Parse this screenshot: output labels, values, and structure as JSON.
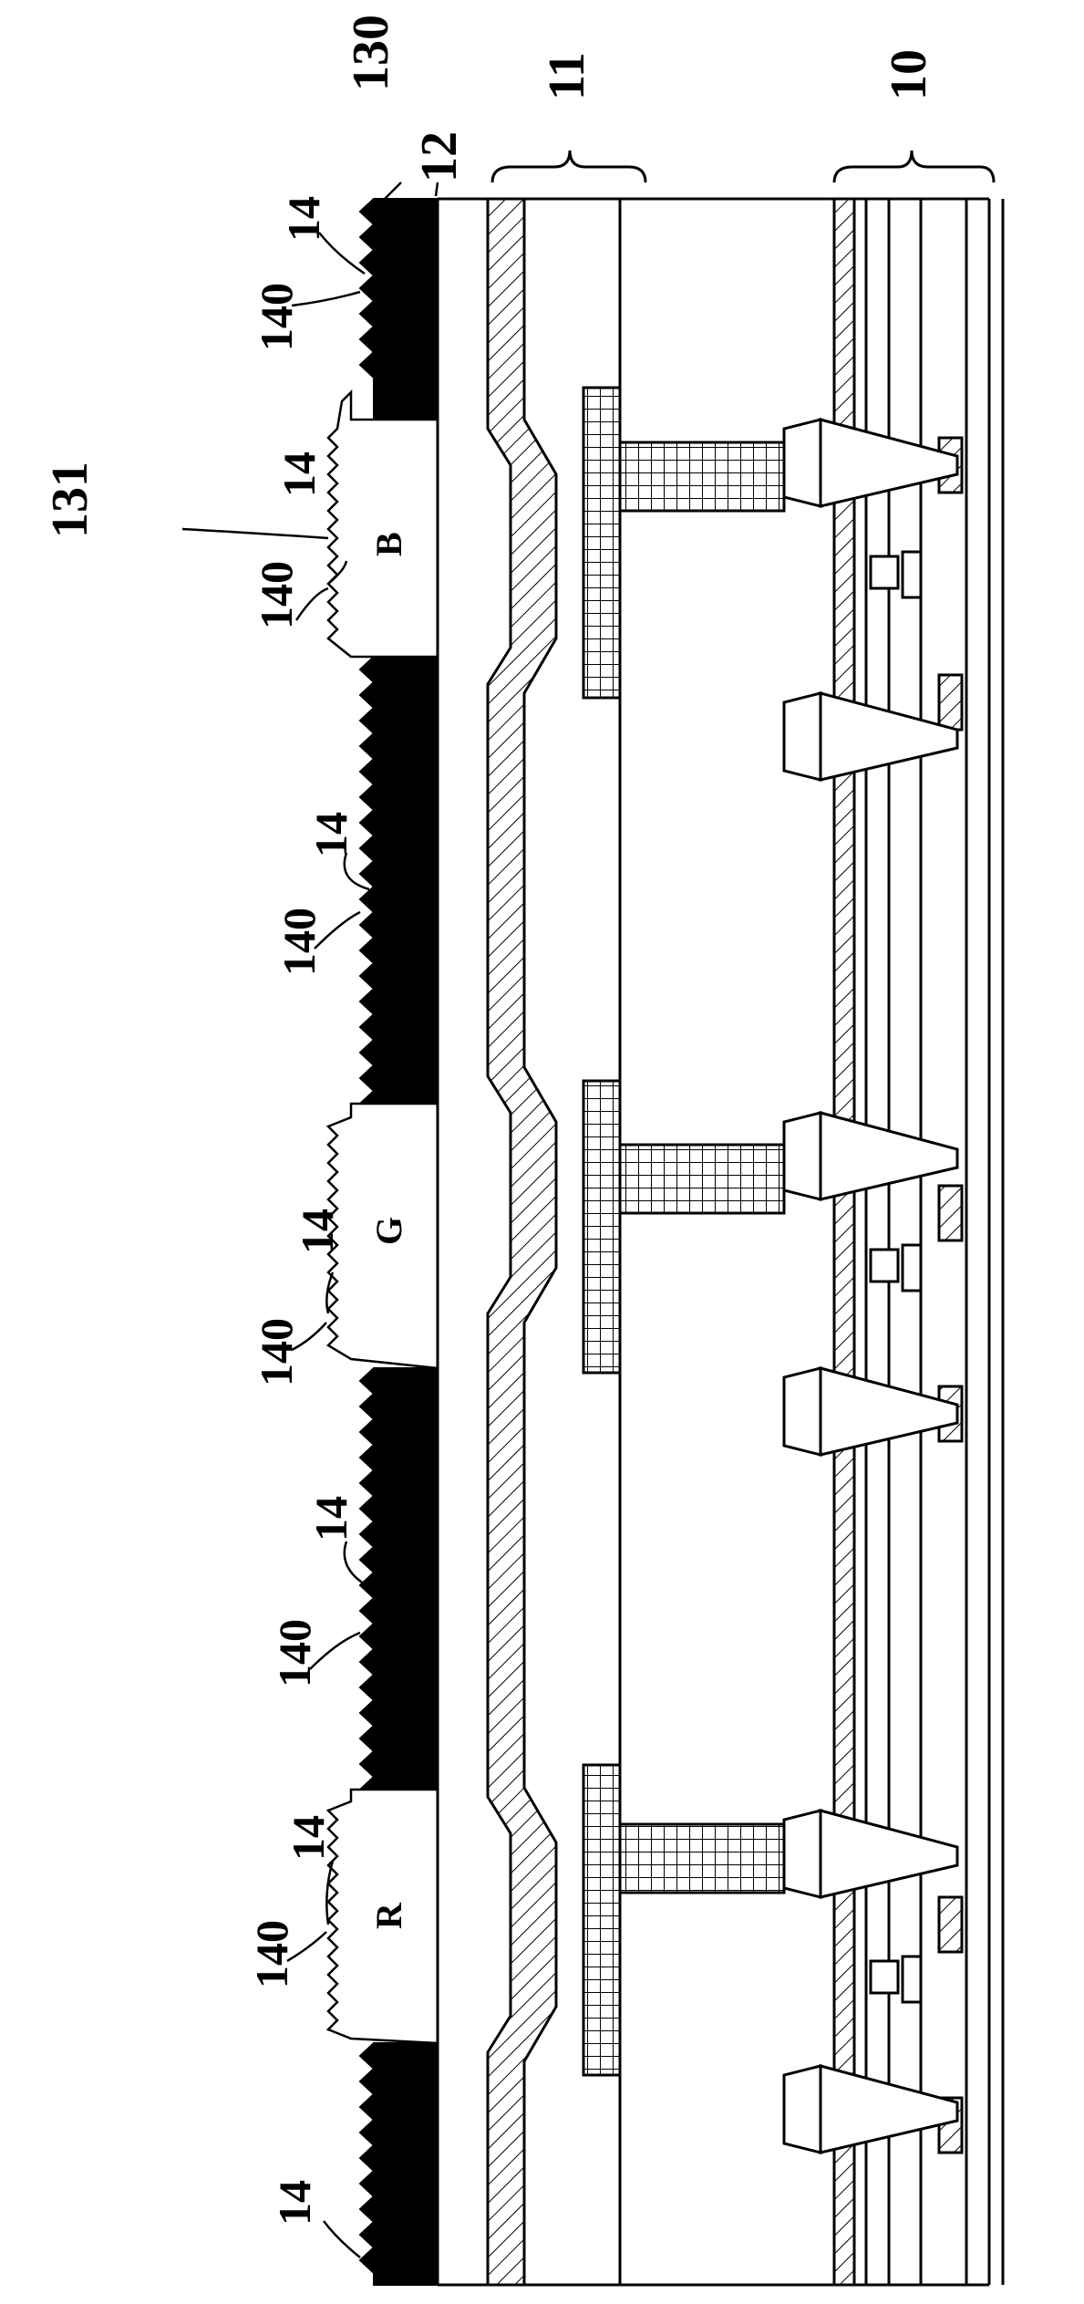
{
  "figure": {
    "layer_labels": {
      "substrate_10": "10",
      "layer_11": "11",
      "layer_12": "12",
      "black_matrix_130": "130",
      "filter_131": "131"
    },
    "subpixel_labels": [
      "R",
      "G",
      "B"
    ],
    "microstructure_labels": {
      "structure_14": "14",
      "teeth_140": "140"
    },
    "callouts": [
      {
        "id": "c14-top",
        "text": "14"
      },
      {
        "id": "c140-top",
        "text": "140"
      },
      {
        "id": "c14-b",
        "text": "14"
      },
      {
        "id": "c140-b",
        "text": "140"
      },
      {
        "id": "c14-bm2",
        "text": "14"
      },
      {
        "id": "c140-bm2",
        "text": "140"
      },
      {
        "id": "c14-g",
        "text": "14"
      },
      {
        "id": "c140-g",
        "text": "140"
      },
      {
        "id": "c14-bm3",
        "text": "14"
      },
      {
        "id": "c140-bm3",
        "text": "140"
      },
      {
        "id": "c14-r",
        "text": "14"
      },
      {
        "id": "c140-r",
        "text": "140"
      },
      {
        "id": "c14-bottom",
        "text": "14"
      }
    ],
    "colors": {
      "line": "#000000",
      "black_matrix": "#000000",
      "background": "#ffffff"
    }
  }
}
